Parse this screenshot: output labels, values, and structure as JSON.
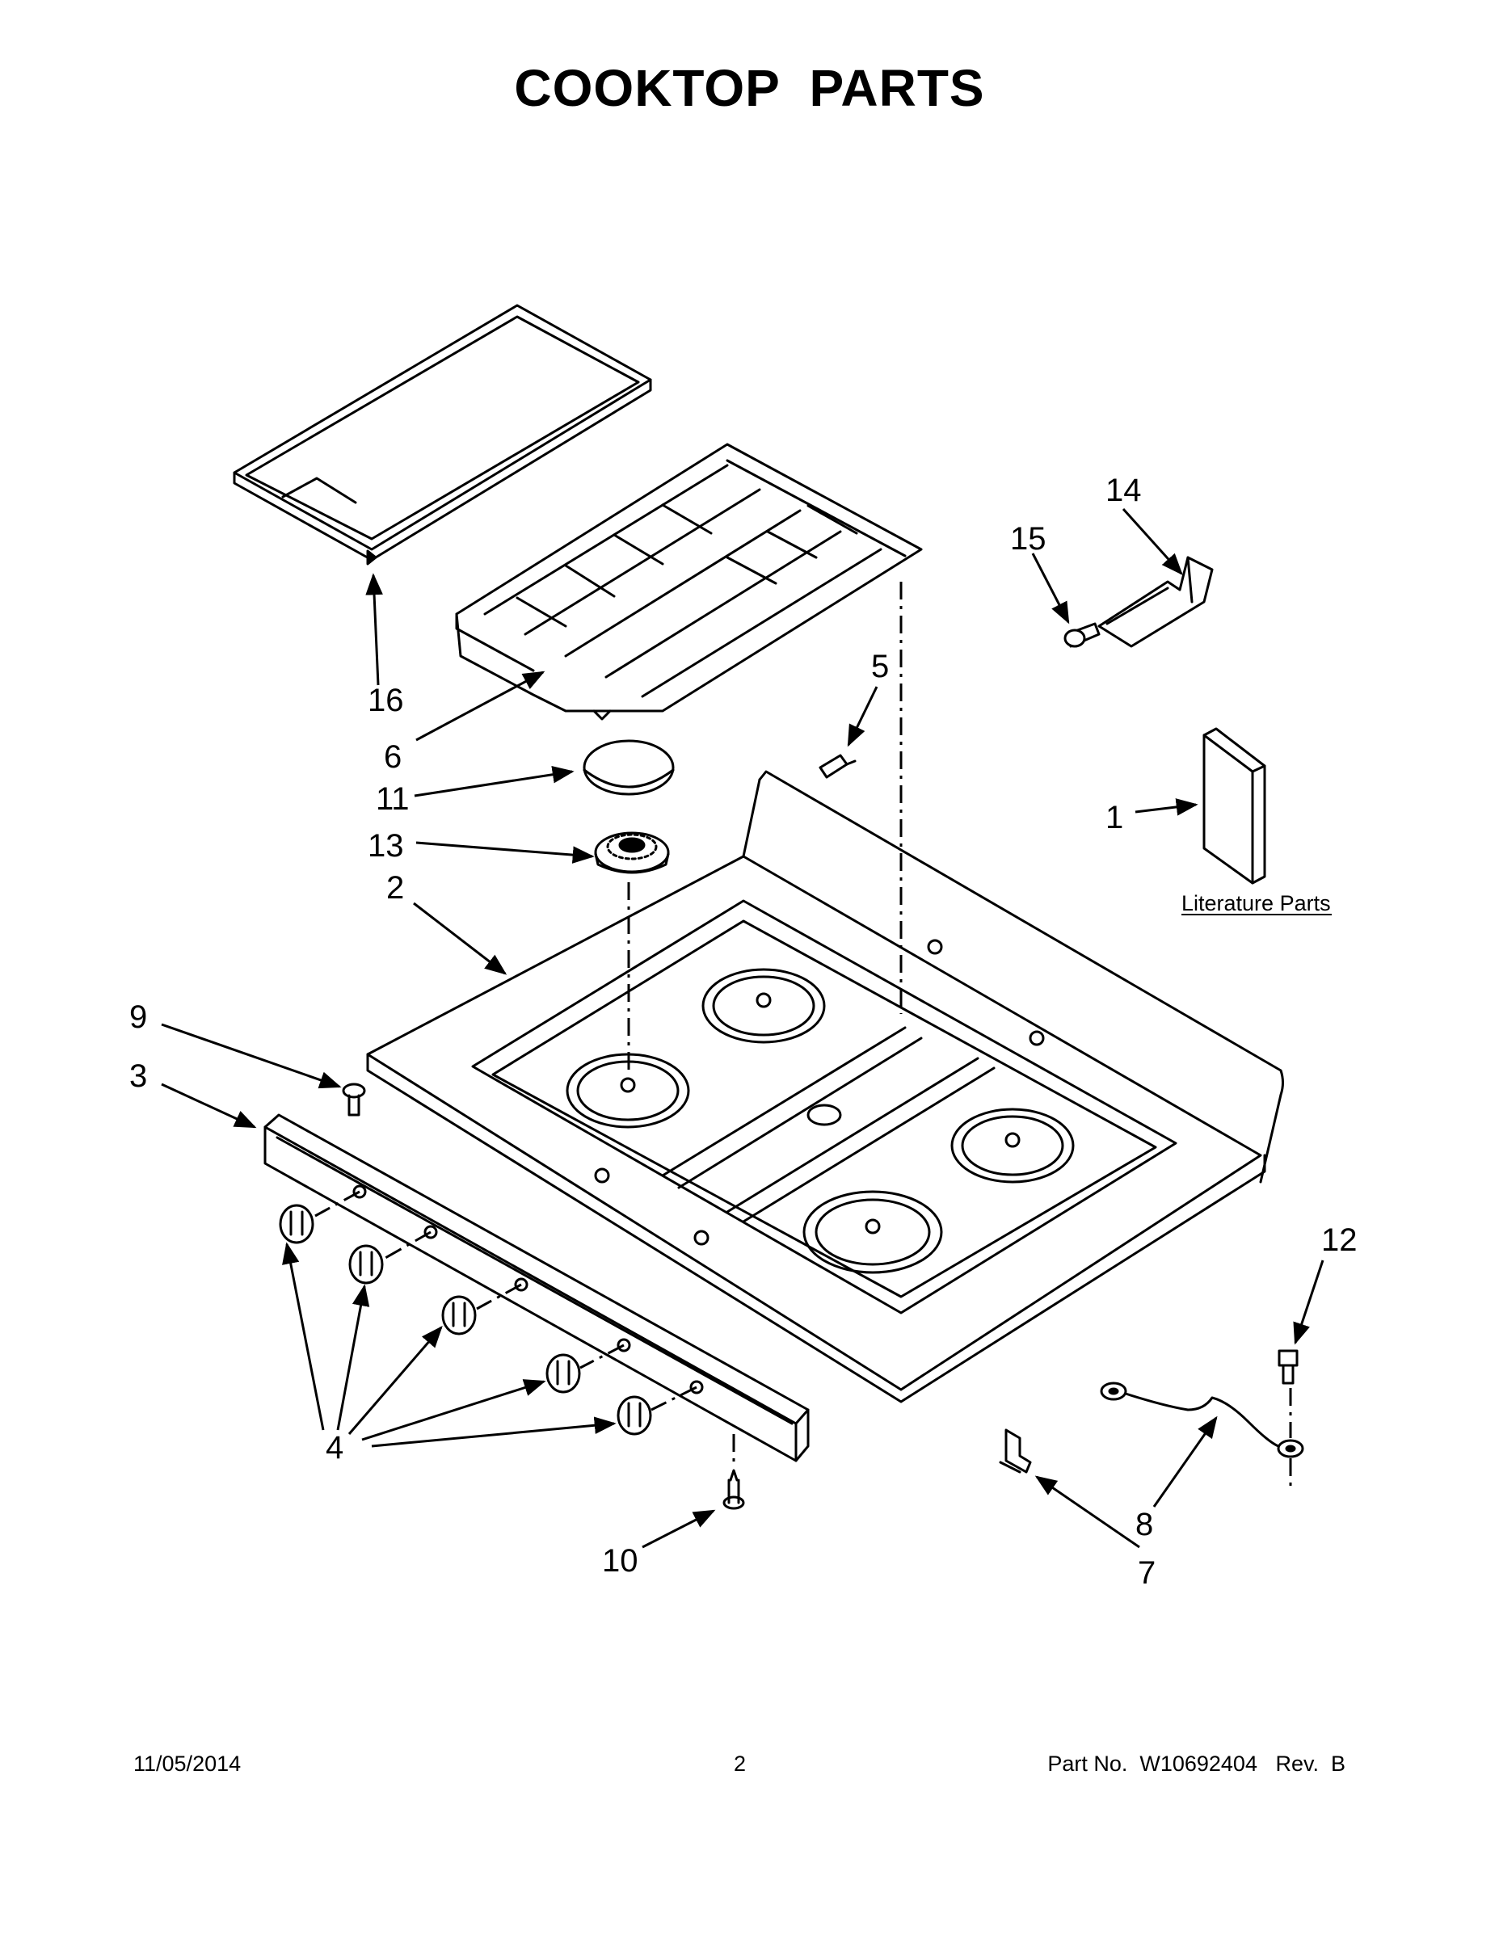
{
  "title": "COOKTOP PARTS",
  "callouts": {
    "c1": "1",
    "c2": "2",
    "c3": "3",
    "c4": "4",
    "c5": "5",
    "c6": "6",
    "c7": "7",
    "c8": "8",
    "c9": "9",
    "c10": "10",
    "c11": "11",
    "c12": "12",
    "c13": "13",
    "c14": "14",
    "c15": "15",
    "c16": "16"
  },
  "literature_label": "Literature Parts",
  "footer": {
    "date": "11/05/2014",
    "page": "2",
    "part_number": "Part No.  W10692404   Rev.  B"
  }
}
